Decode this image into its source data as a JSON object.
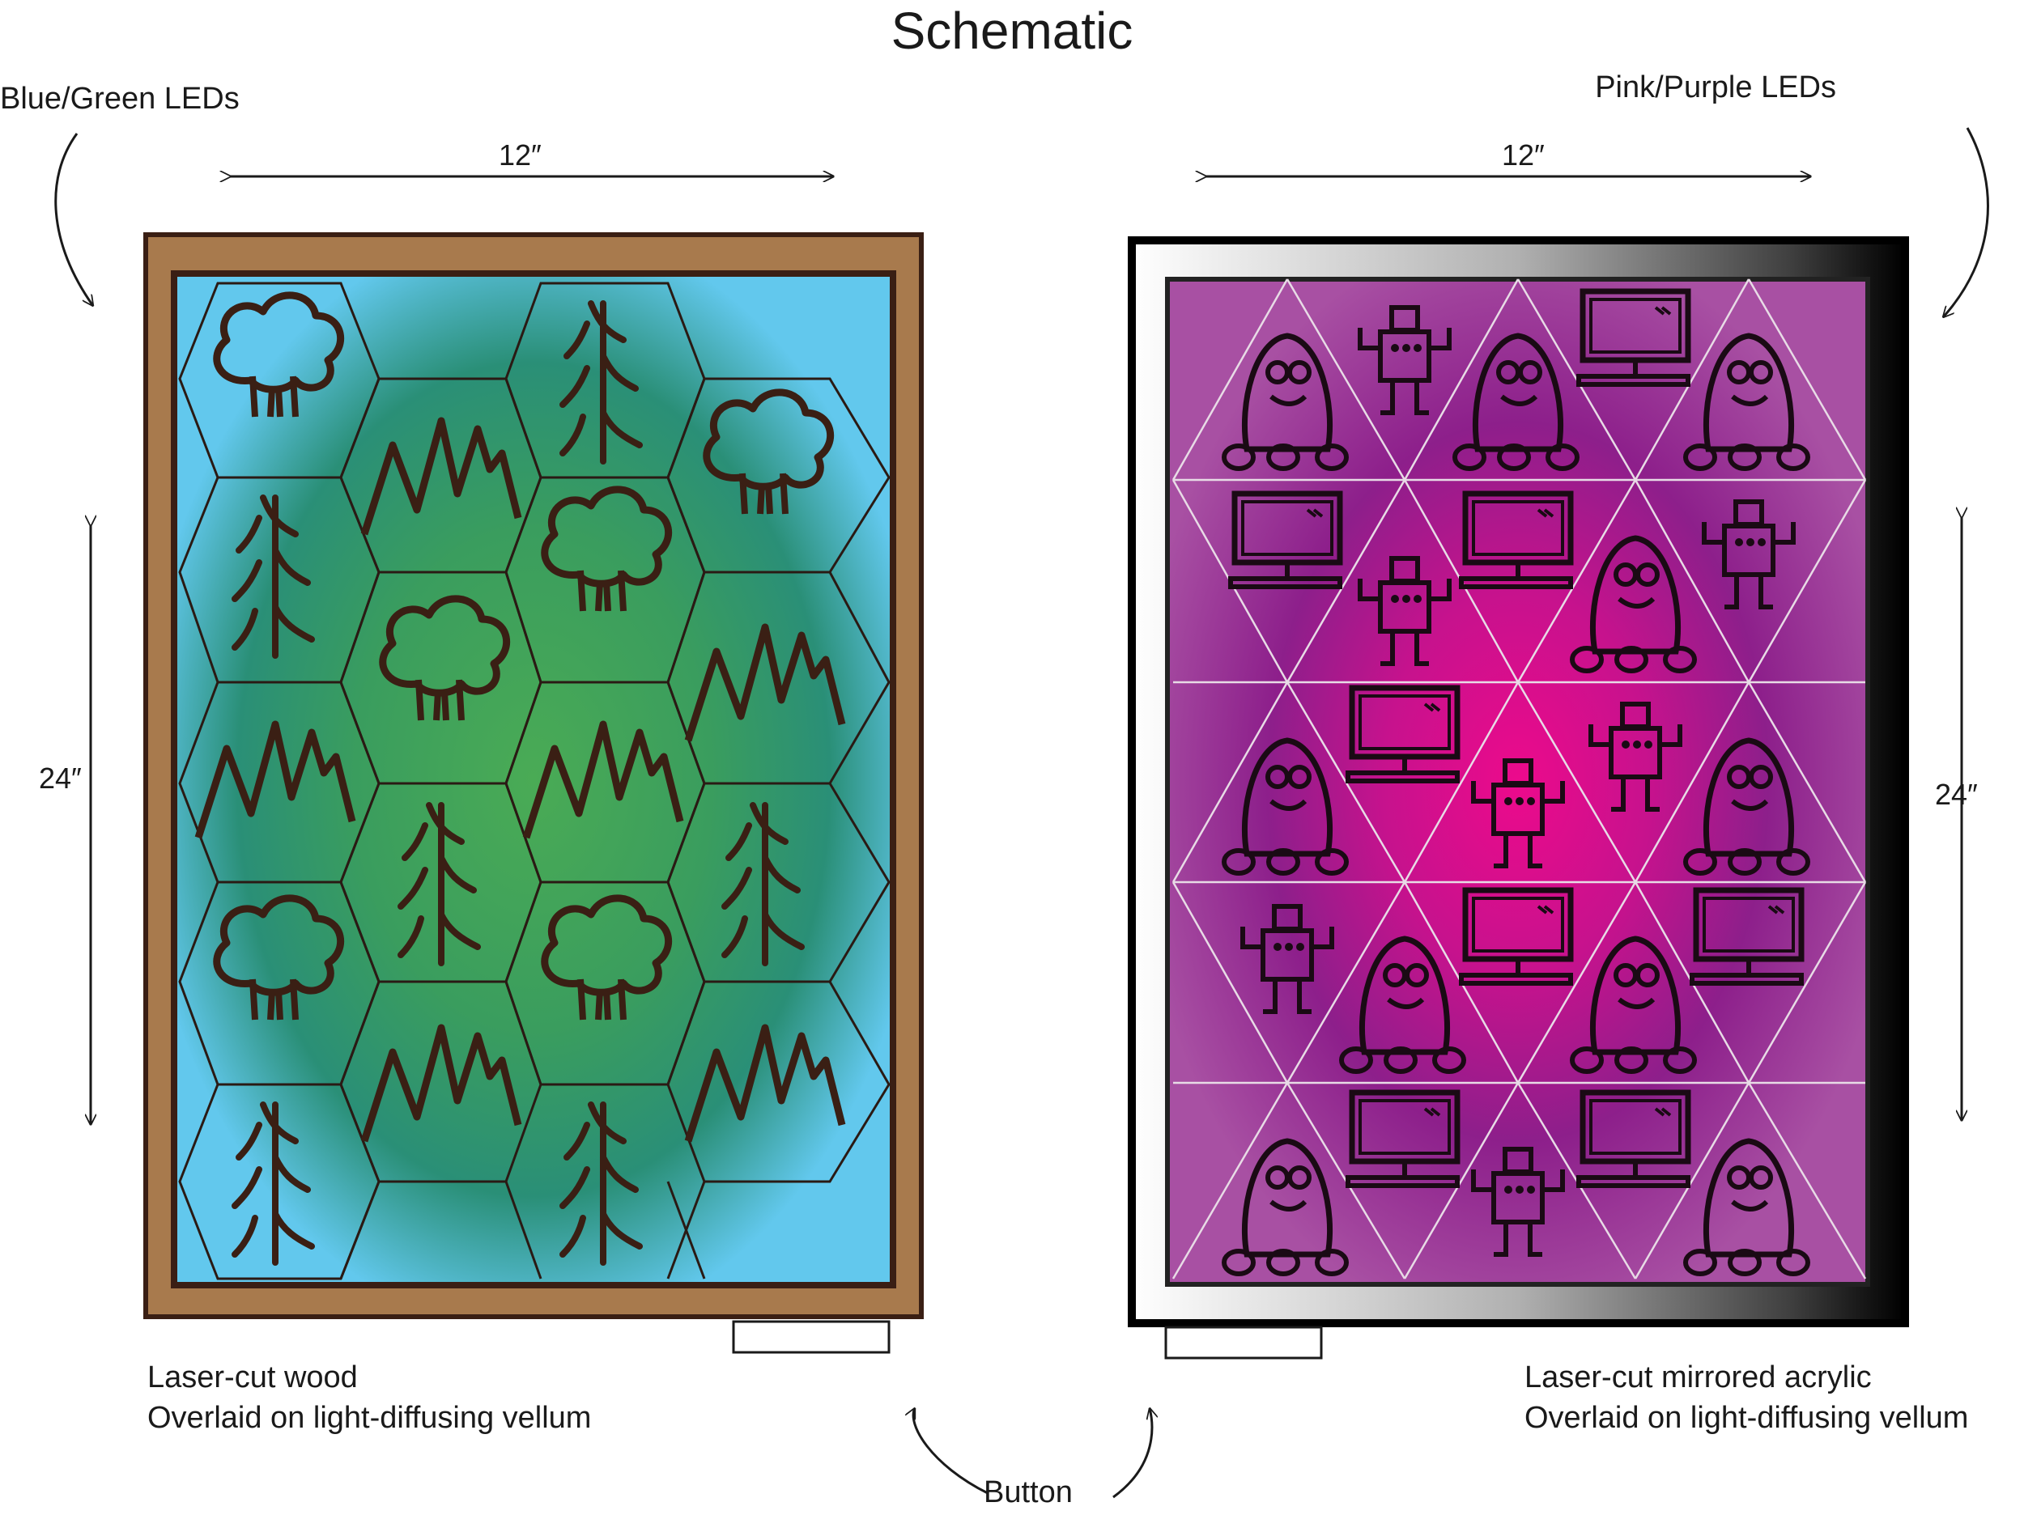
{
  "title": "Schematic",
  "left_panel": {
    "led_label": "Blue/Green LEDs",
    "width_label": "12″",
    "height_label": "24″",
    "caption_line1": "Laser-cut wood",
    "caption_line2": "Overlaid on light-diffusing vellum",
    "frame_color": "#a87a4d",
    "glow_colors": [
      "#5cc6ec",
      "#2e9a6a",
      "#4aab55"
    ],
    "tile_shape": "hexagon",
    "tile_motifs": [
      "tree-icon",
      "pine-icon",
      "mountain-icon"
    ]
  },
  "right_panel": {
    "led_label": "Pink/Purple LEDs",
    "width_label": "12″",
    "height_label": "24″",
    "caption_line1": "Laser-cut mirrored acrylic",
    "caption_line2": "Overlaid on light-diffusing vellum",
    "frame_color": "#000000",
    "glow_colors": [
      "#a84fa3",
      "#8e1d8c",
      "#e8108e"
    ],
    "tile_shape": "triangle",
    "tile_motifs": [
      "ghost-icon",
      "robot-icon",
      "monitor-icon"
    ]
  },
  "button_label": "Button"
}
